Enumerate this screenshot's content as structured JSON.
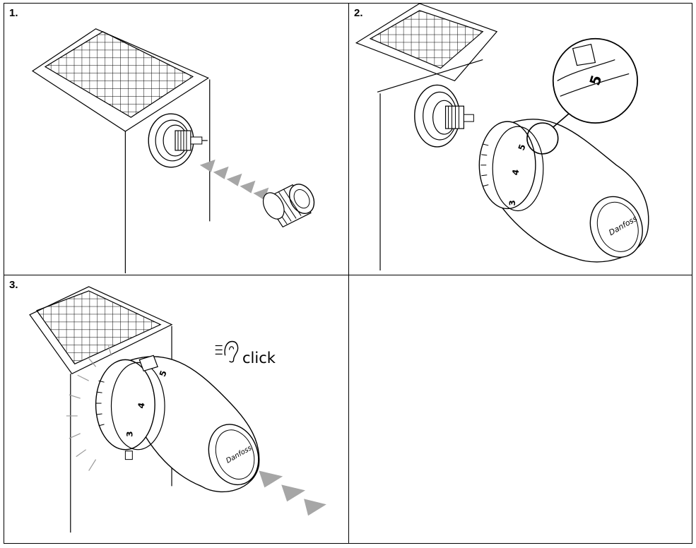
{
  "steps": [
    {
      "label": "1."
    },
    {
      "label": "2."
    },
    {
      "label": "3.",
      "sound_label": "click"
    }
  ],
  "dial": {
    "marks": [
      "5",
      "4",
      "3"
    ],
    "logo": "Danfoss"
  },
  "colors": {
    "line": "#000000",
    "arrow": "#a6a6a6",
    "background": "#ffffff"
  }
}
